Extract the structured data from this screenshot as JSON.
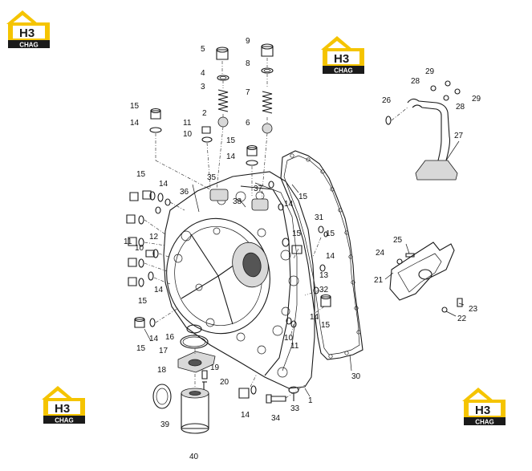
{
  "logo": {
    "mark": "H3",
    "brand": "CHAG",
    "brand_color": "#f5c400",
    "text_color": "#1a1a1a",
    "icon": "house-roof-logo"
  },
  "callouts": [
    "1",
    "2",
    "3",
    "4",
    "5",
    "6",
    "7",
    "8",
    "9",
    "10",
    "11",
    "12",
    "13",
    "14",
    "15",
    "16",
    "17",
    "18",
    "19",
    "20",
    "21",
    "22",
    "23",
    "24",
    "25",
    "26",
    "27",
    "28",
    "29",
    "30",
    "31",
    "32",
    "33",
    "34",
    "35",
    "36",
    "37",
    "38",
    "39",
    "40"
  ],
  "labels": [
    {
      "text": "5"
    },
    {
      "text": "4"
    },
    {
      "text": "3"
    },
    {
      "text": "2"
    },
    {
      "text": "9"
    },
    {
      "text": "8"
    },
    {
      "text": "7"
    },
    {
      "text": "6"
    },
    {
      "text": "15"
    },
    {
      "text": "14"
    },
    {
      "text": "11"
    },
    {
      "text": "10"
    },
    {
      "text": "15"
    },
    {
      "text": "14"
    },
    {
      "text": "35"
    },
    {
      "text": "38"
    },
    {
      "text": "37"
    },
    {
      "text": "15"
    },
    {
      "text": "15"
    },
    {
      "text": "14"
    },
    {
      "text": "36"
    },
    {
      "text": "11"
    },
    {
      "text": "10"
    },
    {
      "text": "12"
    },
    {
      "text": "14"
    },
    {
      "text": "15"
    },
    {
      "text": "14"
    },
    {
      "text": "15"
    },
    {
      "text": "15"
    },
    {
      "text": "14"
    },
    {
      "text": "16"
    },
    {
      "text": "17"
    },
    {
      "text": "18"
    },
    {
      "text": "19"
    },
    {
      "text": "20"
    },
    {
      "text": "39"
    },
    {
      "text": "40"
    },
    {
      "text": "34"
    },
    {
      "text": "33"
    },
    {
      "text": "14"
    },
    {
      "text": "31"
    },
    {
      "text": "15"
    },
    {
      "text": "14"
    },
    {
      "text": "13"
    },
    {
      "text": "32"
    },
    {
      "text": "14"
    },
    {
      "text": "15"
    },
    {
      "text": "10"
    },
    {
      "text": "11"
    },
    {
      "text": "1"
    },
    {
      "text": "30"
    },
    {
      "text": "29"
    },
    {
      "text": "28"
    },
    {
      "text": "29"
    },
    {
      "text": "28"
    },
    {
      "text": "26"
    },
    {
      "text": "27"
    },
    {
      "text": "25"
    },
    {
      "text": "24"
    },
    {
      "text": "21"
    },
    {
      "text": "23"
    },
    {
      "text": "22"
    }
  ]
}
